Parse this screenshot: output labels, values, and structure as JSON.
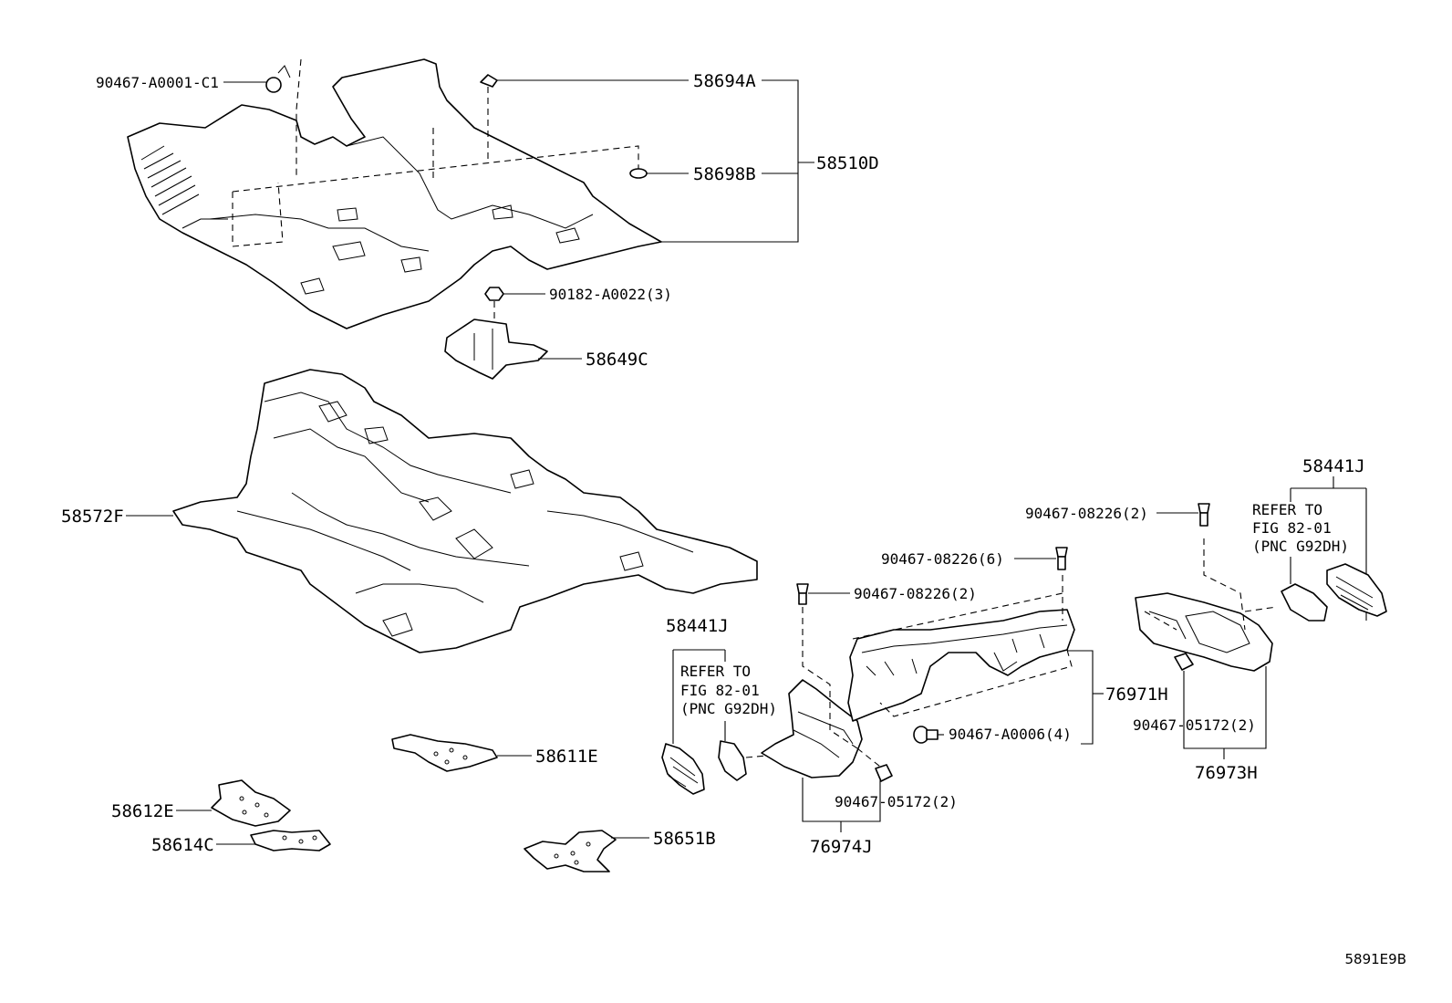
{
  "diagram_code": "5891E9B",
  "labels": {
    "p90467_a0001_c1": "90467-A0001-C1",
    "p58694a": "58694A",
    "p58510d": "58510D",
    "p58698b": "58698B",
    "p90182_a0022": "90182-A0022(3)",
    "p58649c": "58649C",
    "p58572f": "58572F",
    "p58441j_right": "58441J",
    "p90467_08226_2_right": "90467-08226(2)",
    "p90467_08226_6": "90467-08226(6)",
    "p90467_08226_2_mid": "90467-08226(2)",
    "p58441j_left": "58441J",
    "p76971h": "76971H",
    "p90467_a0006": "90467-A0006(4)",
    "p90467_05172_right": "90467-05172(2)",
    "p76973h": "76973H",
    "p58611e": "58611E",
    "p58612e": "58612E",
    "p58614c": "58614C",
    "p58651b": "58651B",
    "p90467_05172_mid": "90467-05172(2)",
    "p76974j": "76974J"
  },
  "refer_note_left": [
    "REFER TO",
    "FIG 82-01",
    "(PNC G92DH)"
  ],
  "refer_note_right": [
    "REFER TO",
    "FIG 82-01",
    "(PNC G92DH)"
  ]
}
